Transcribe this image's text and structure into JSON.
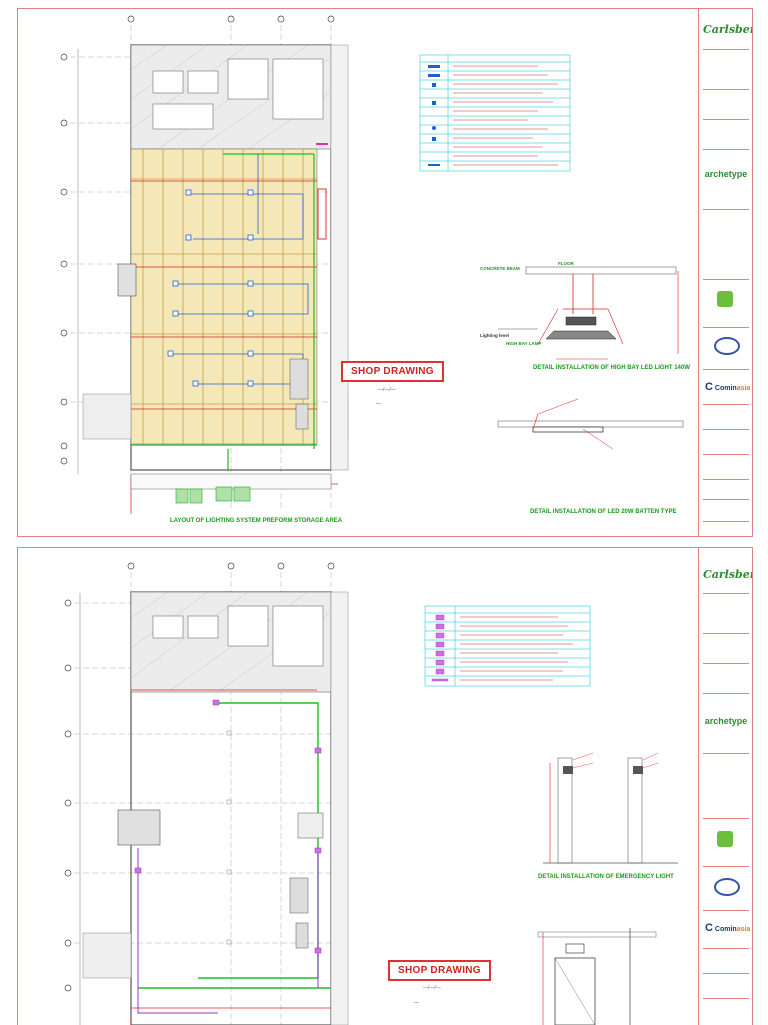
{
  "sheets": [
    {
      "stamp": "SHOP DRAWING",
      "layout_title": "LAYOUT OF LIGHTING SYSTEM PREFORM STORAGE AREA",
      "detail_titles": [
        "DETAIL INSTALLATION OF HIGH BAY LED LIGHT 140W",
        "DETAIL INSTALLATION OF LED 20W BATTEN TYPE"
      ],
      "detail_labels": [
        "FLOOR",
        "CONCRETE BEAM",
        "HIGH BAY LAMP",
        "Lighting level"
      ],
      "logos": {
        "client": "Carlsberg",
        "designer": "archetype",
        "contractor_prefix": "C",
        "contractor": "Comin",
        "contractor_suffix": "asia"
      }
    },
    {
      "stamp": "SHOP DRAWING",
      "layout_title": "",
      "detail_titles": [
        "DETAIL INSTALLATION OF EMERGENCY LIGHT"
      ],
      "detail_labels": [],
      "logos": {
        "client": "Carlsberg",
        "designer": "archetype",
        "contractor_prefix": "C",
        "contractor": "Comin",
        "contractor_suffix": "asia"
      }
    }
  ],
  "colors": {
    "border": "#e08080",
    "red": "#e02020",
    "green": "#22bb22",
    "blue": "#2060d0",
    "yellow": "#f2e2a2",
    "purple": "#9933cc",
    "cyan_table": "#00c0d0",
    "carlsberg_green": "#2e8b2e"
  },
  "icons": [
    "grid-bubble-icon",
    "high-bay-lamp-icon",
    "emergency-light-icon",
    "logo-icon"
  ]
}
